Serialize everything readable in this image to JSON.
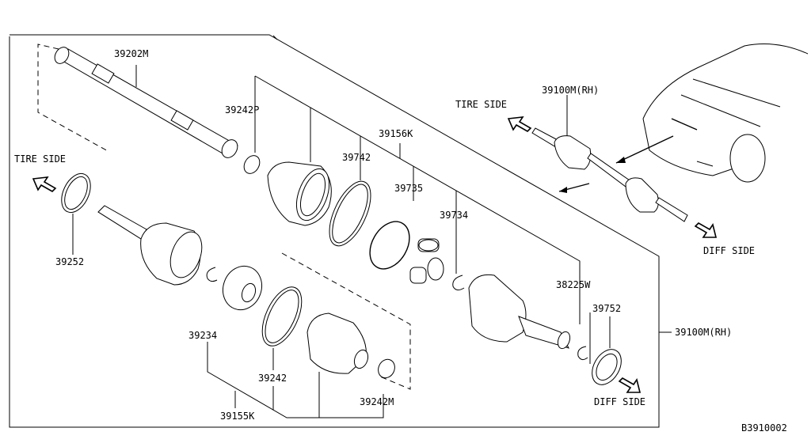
{
  "diagram": {
    "title": "Front Drive Shaft (RH) exploded view",
    "diagram_code": "B3910002",
    "colors": {
      "line": "#000000",
      "background": "#ffffff"
    },
    "direction_labels": {
      "tire_side_left": "TIRE SIDE",
      "tire_side_inset": "TIRE SIDE",
      "diff_side_inset": "DIFF SIDE",
      "diff_side_main": "DIFF SIDE"
    },
    "parts": {
      "shaft": "39202M",
      "band_large_outer": "39242P",
      "boot_kit_outer": "39156K",
      "band_outer": "39742",
      "circlip_outer": "39735",
      "circlip_inner": "39734",
      "dust_seal": "39252",
      "snap_ring": "39234",
      "band_inner": "39242",
      "boot_kit_inner": "39155K",
      "band_small_inner": "39242M",
      "circlip_diff": "38225W",
      "seal_diff": "39752",
      "assembly_rh_inset": "39100M(RH)",
      "assembly_rh_main": "39100M(RH)"
    }
  }
}
